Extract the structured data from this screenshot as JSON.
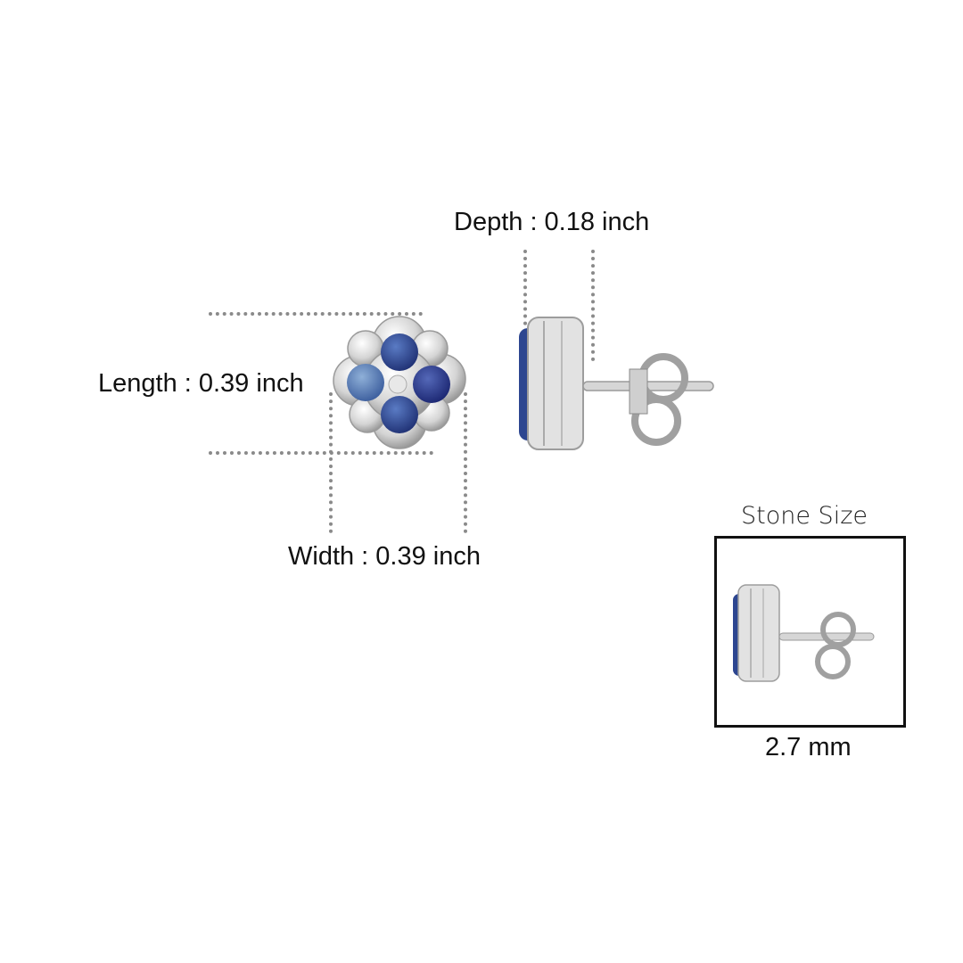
{
  "dimensions": {
    "length": {
      "label": "Length",
      "value": "0.39 inch",
      "text": "Length : 0.39 inch"
    },
    "width": {
      "label": "Width",
      "value": "0.39 inch",
      "text": "Width : 0.39 inch"
    },
    "depth": {
      "label": "Depth",
      "value": "0.18 inch",
      "text": "Depth : 0.18 inch"
    }
  },
  "stone_size": {
    "title": "Stone Size",
    "value": "2.7 mm"
  },
  "product": {
    "front_view": "flower-stud-earring-front",
    "side_view": "stud-earring-side",
    "metal_color": "#d9d9d9",
    "stone_colors": [
      "#2a3f8f",
      "#4a6fae",
      "#243a86",
      "#2f4c96"
    ]
  },
  "colors": {
    "dotted_line": "#8a8a8a",
    "text": "#111111",
    "background": "#ffffff"
  }
}
